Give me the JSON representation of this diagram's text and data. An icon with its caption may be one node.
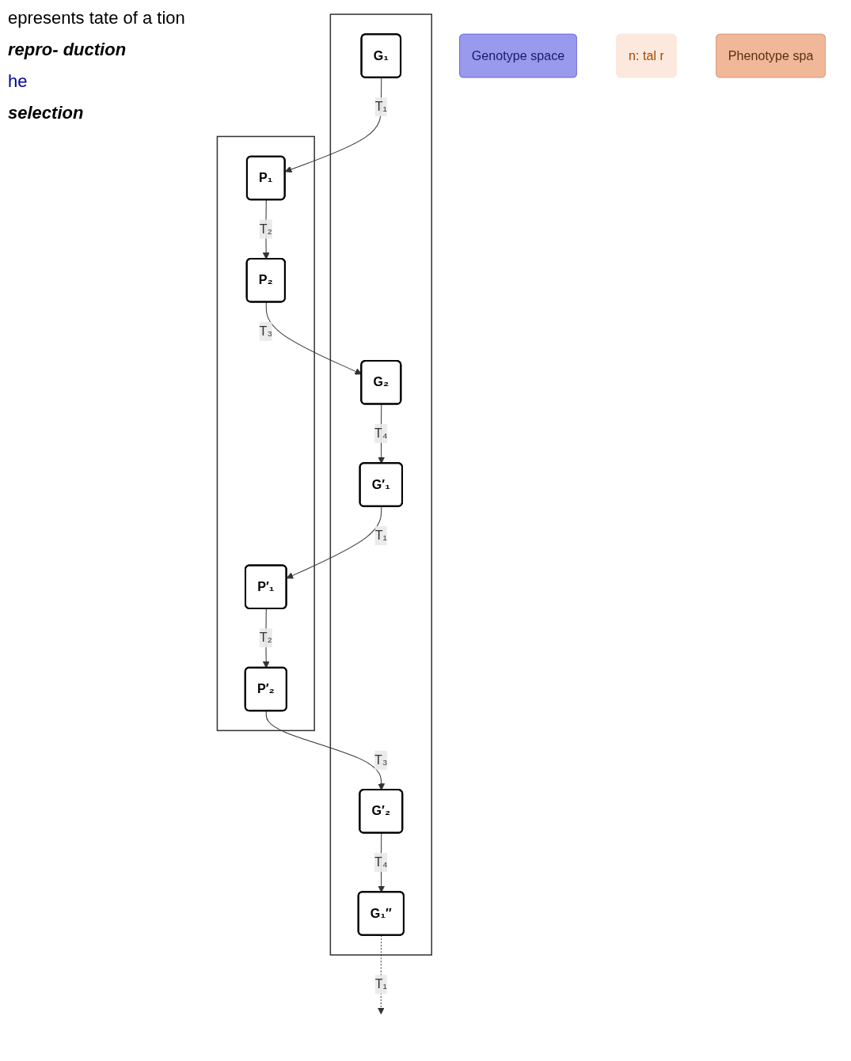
{
  "diagram": {
    "nodes": [
      {
        "text": [],
        "shape": "triangle"
      },
      {
        "text": [
          "G₂"
        ],
        "in": 0
      },
      {
        "text": [
          "G′₂"
        ],
        "in": 0
      },
      {
        "text": [
          "G₁″"
        ],
        "in": 0
      },
      {
        "text": [
          "G′₁"
        ],
        "in": 0
      },
      {
        "text": [
          "G₁"
        ],
        "in": 0
      },
      {
        "text": [
          "Genotype space"
        ]
      },
      {
        "text": [
          "n: tal r"
        ]
      },
      {
        "text": [],
        "shape": "triangle"
      },
      {
        "text": [
          "P′₂"
        ],
        "in": 8
      },
      {
        "text": [
          "P₂"
        ],
        "in": 8
      },
      {
        "text": [
          "P′₁"
        ],
        "in": 8
      },
      {
        "text": [
          "P₁"
        ],
        "in": 8
      },
      {
        "text": [
          "Phenotype spa"
        ]
      }
    ],
    "edges": [
      {
        "from": 5,
        "to": 12,
        "arrow": "to",
        "label": "T₁"
      },
      {
        "from": 12,
        "to": 10,
        "arrow": "to",
        "label": "T₂"
      },
      {
        "from": 10,
        "to": 1,
        "arrow": "to",
        "label": "T₃"
      },
      {
        "from": 1,
        "to": 4,
        "arrow": "to",
        "label": "T₄"
      },
      {
        "from": 4,
        "to": 11,
        "arrow": "to",
        "label": "T₁"
      },
      {
        "from": 11,
        "to": 9,
        "arrow": "to",
        "label": "T₂"
      },
      {
        "from": 9,
        "to": 2,
        "arrow": "to",
        "label": "T₃"
      },
      {
        "from": 2,
        "to": 3,
        "arrow": "to",
        "label": "T₄"
      },
      {
        "from": 3,
        "to": null,
        "arrow": "to",
        "label": "T₁",
        "style": "dashed"
      }
    ],
    "labels": [
      "epresents tate of a tion",
      "repro- duction",
      "he",
      "selection"
    ]
  }
}
